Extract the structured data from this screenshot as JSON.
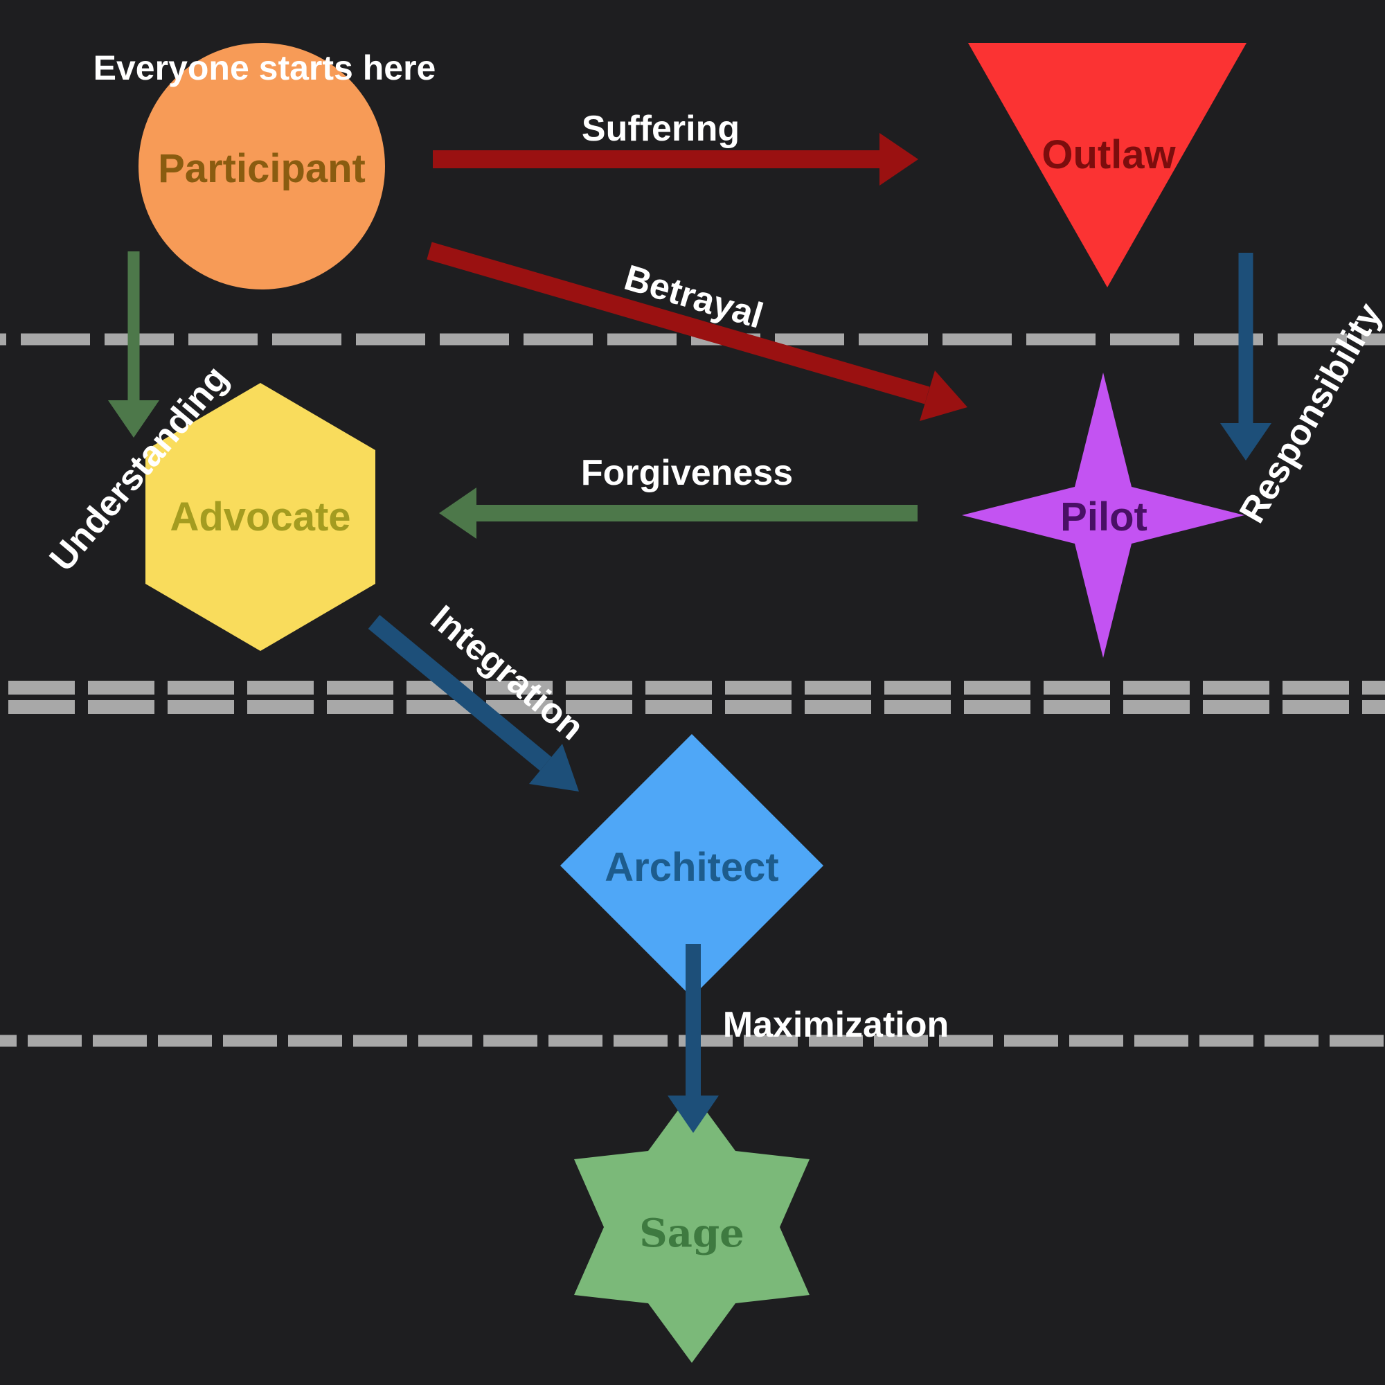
{
  "canvas": {
    "background": "#1e1e20",
    "divider_color": "#a8a8a8"
  },
  "annotation": {
    "text": "Everyone starts here",
    "color": "#ffffff"
  },
  "nodes": {
    "participant": {
      "label": "Participant",
      "shape": "circle",
      "fill": "#f79b57",
      "label_color": "#8a5c10"
    },
    "outlaw": {
      "label": "Outlaw",
      "shape": "inverted-triangle",
      "fill": "#fb3333",
      "label_color": "#7c0d0d"
    },
    "advocate": {
      "label": "Advocate",
      "shape": "hexagon",
      "fill": "#f9dc5c",
      "label_color": "#a49c20"
    },
    "pilot": {
      "label": "Pilot",
      "shape": "four-point-star",
      "fill": "#c353f2",
      "label_color": "#491065"
    },
    "architect": {
      "label": "Architect",
      "shape": "diamond",
      "fill": "#4fa7f7",
      "label_color": "#1d5c8d"
    },
    "sage": {
      "label": "Sage",
      "shape": "six-point-star",
      "fill": "#7bb979",
      "label_color": "#3e7a40"
    }
  },
  "edges": {
    "suffering": {
      "label": "Suffering",
      "from": "Participant",
      "to": "Outlaw",
      "color": "#9a1111",
      "label_color": "#ffffff"
    },
    "betrayal": {
      "label": "Betrayal",
      "from": "Participant",
      "to": "Pilot",
      "color": "#9a1111",
      "label_color": "#ffffff"
    },
    "understanding": {
      "label": "Understanding",
      "from": "Participant",
      "to": "Advocate",
      "color": "#4d784a",
      "label_color": "#ffffff"
    },
    "responsibility": {
      "label": "Responsibility",
      "from": "Outlaw",
      "to": "Pilot",
      "color": "#1d4f79",
      "label_color": "#ffffff"
    },
    "forgiveness": {
      "label": "Forgiveness",
      "from": "Pilot",
      "to": "Advocate",
      "color": "#4d784a",
      "label_color": "#ffffff"
    },
    "integration": {
      "label": "Integration",
      "from": "Advocate",
      "to": "Architect",
      "color": "#1d4f79",
      "label_color": "#ffffff"
    },
    "maximization": {
      "label": "Maximization",
      "from": "Architect",
      "to": "Sage",
      "color": "#1d4f79",
      "label_color": "#ffffff"
    }
  }
}
